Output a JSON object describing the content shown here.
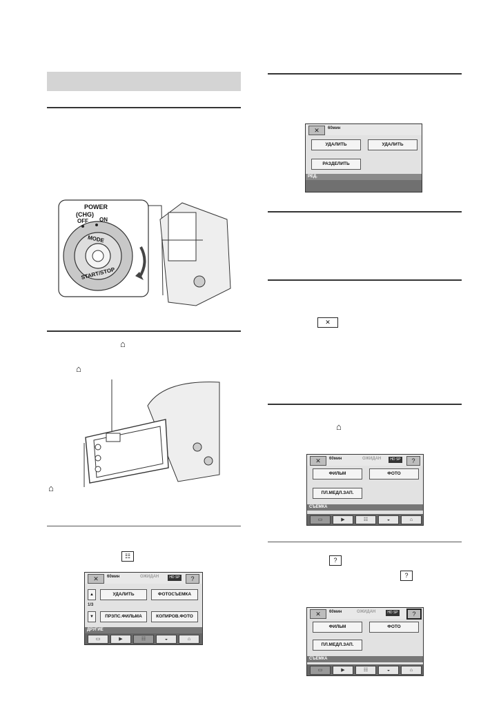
{
  "icons": {
    "home": "⌂",
    "close": "✕",
    "help": "?",
    "menu": "☷"
  },
  "illustration1": {
    "power_label": "POWER",
    "chg_label": "(CHG)",
    "off_label": "OFF",
    "on_label": "ON",
    "mode_label": "MODE",
    "start_stop_label": "START/STOP"
  },
  "screen_edit": {
    "close": "✕",
    "status": "60мин",
    "btn_delete_movie": "УДАЛИТЬ",
    "btn_delete_photo": "УДАЛИТЬ",
    "btn_split": "РАЗДЕЛИТЬ",
    "section": "РЕД."
  },
  "screen_other": {
    "close": "✕",
    "status": "60мин",
    "mode": "ОЖИДАН",
    "hd": "HD SP",
    "help": "?",
    "btn1": "УДАЛИТЬ",
    "btn2": "ФОТОСЪЕМКА",
    "btn3": "ПРЗПС.ФИЛЬМА",
    "btn4": "КОПИРОВ.ФОТО",
    "page": "1/3",
    "section": "ДРУГИЕ"
  },
  "screen_shoot1": {
    "close": "✕",
    "status": "60мин",
    "mode": "ОЖИДАН",
    "hd": "HD SP",
    "help": "?",
    "btn_movie": "ФИЛЬМ",
    "btn_photo": "ФОТО",
    "btn_smooth": "ПЛ.МЕДЛ.ЗАП.",
    "section": "СЪЕМКА"
  },
  "screen_shoot2": {
    "close": "✕",
    "status": "60мин",
    "mode": "ОЖИДАН",
    "hd": "HD SP",
    "help": "?",
    "btn_movie": "ФИЛЬМ",
    "btn_photo": "ФОТО",
    "btn_smooth": "ПЛ.МЕДЛ.ЗАП.",
    "section": "СЪЕМКА"
  }
}
